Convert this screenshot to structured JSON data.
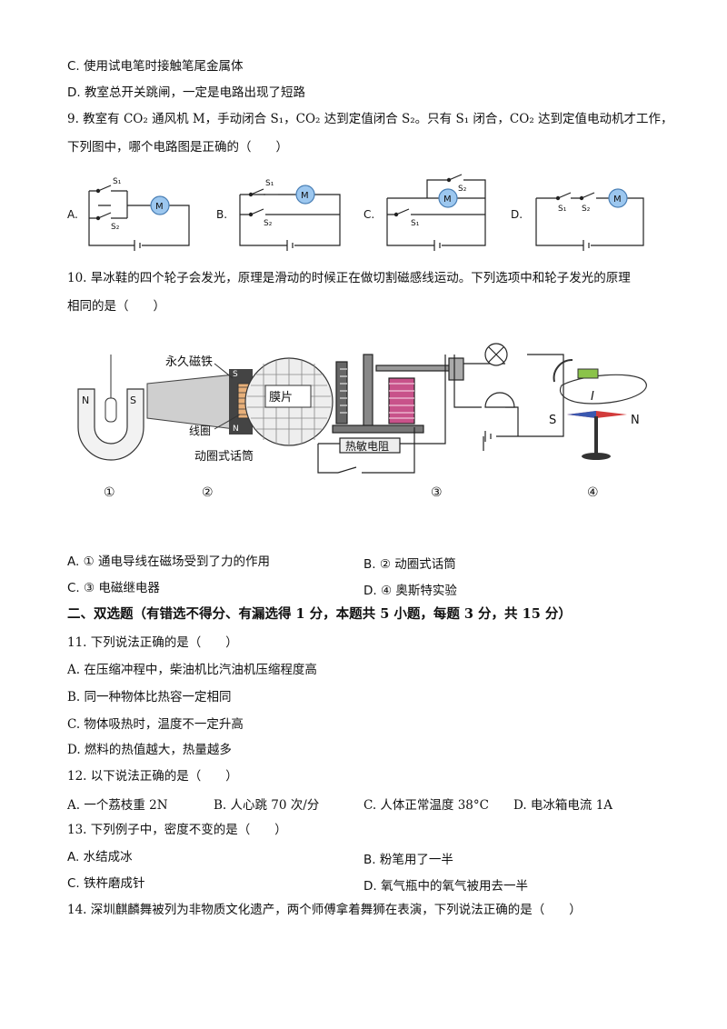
{
  "q8": {
    "optC": "C. 使用试电笔时接触笔尾金属体",
    "optD": "D. 教室总开关跳闸，一定是电路出现了短路"
  },
  "q9": {
    "line1": "9. 教室有 CO₂ 通风机 M，手动闭合 S₁，CO₂ 达到定值闭合 S₂。只有 S₁ 闭合，CO₂ 达到定值电动机才工作，",
    "line2": "下列图中，哪个电路图是正确的（　　）",
    "labels": {
      "A": "A.",
      "B": "B.",
      "C": "C.",
      "D": "D."
    },
    "motor": "M",
    "s1": "S₁",
    "s2": "S₂"
  },
  "q10": {
    "line1": "10. 旱冰鞋的四个轮子会发光，原理是滑动的时候正在做切割磁感线运动。下列选项中和轮子发光的原理",
    "line2": "相同的是（　　）",
    "fig_labels": {
      "n": "N",
      "s": "S",
      "magnet": "永久磁铁",
      "diaphragm": "膜片",
      "coil": "线圈",
      "mic": "动圈式话筒",
      "thermistor": "热敏电阻",
      "current": "I",
      "needle_s": "S",
      "needle_n": "N"
    },
    "fig_nums": [
      "①",
      "②",
      "③",
      "④"
    ],
    "optA": "A. ① 通电导线在磁场受到了力的作用",
    "optB": "B. ② 动圈式话筒",
    "optC": "C. ③ 电磁继电器",
    "optD": "D. ④ 奥斯特实验"
  },
  "section2": {
    "title": "二、双选题（有错选不得分、有漏选得 1 分，本题共 5 小题，每题 3 分，共 15 分）"
  },
  "q11": {
    "stem": "11. 下列说法正确的是（　　）",
    "optA": "A.  在压缩冲程中，柴油机比汽油机压缩程度高",
    "optB": "B.  同一种物体比热容一定相同",
    "optC": "C.  物体吸热时，温度不一定升高",
    "optD": "D.  燃料的热值越大，热量越多"
  },
  "q12": {
    "stem": "12. 以下说法正确的是（　　）",
    "optA": "A.  一个荔枝重 2N",
    "optB": "B.  人心跳 70 次/分",
    "optC": "C.  人体正常温度 38°C",
    "optD": "D.  电冰箱电流 1A"
  },
  "q13": {
    "stem": "13. 下列例子中，密度不变的是（　　）",
    "optA": "A. 水结成冰",
    "optB": "B. 粉笔用了一半",
    "optC": "C. 铁杵磨成针",
    "optD": "D. 氧气瓶中的氧气被用去一半"
  },
  "q14": {
    "stem": "14. 深圳麒麟舞被列为非物质文化遗产，两个师傅拿着舞狮在表演，下列说法正确的是（　　）"
  }
}
